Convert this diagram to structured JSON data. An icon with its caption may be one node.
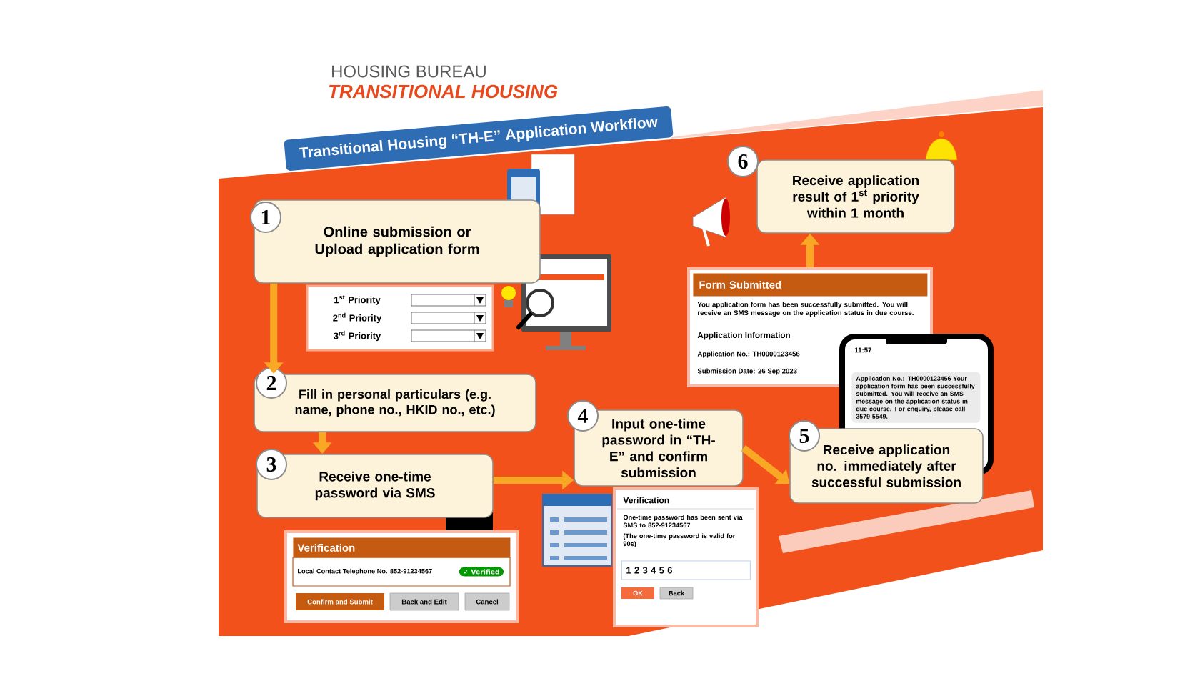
{
  "diagram": {
    "title": "Transitional Housing “TH-E” Application Workflow",
    "nodes": [
      {
        "text": [
          "1",
          "Online submission or Upload application form"
        ]
      },
      {
        "text": [
          "1$^{st}$ Priority",
          "2$^{nd}$ Priority",
          "3$^{rd}$ Priority"
        ]
      },
      {
        "text": [
          "6",
          "Receive application result of 1$^{st}$ priority within 1 month"
        ]
      },
      {
        "text": [
          "Form Submitted",
          "You application form has been successfully submitted. You will receive an SMS message on the application status in due course.",
          "Application Information",
          "Application No.: TH0000123456",
          "Submission Date: 26 Sep 2023"
        ]
      },
      {
        "text": [
          "11:57",
          "Application No.: TH0000123456 Your application form has been successfully submitted. You will receive an SMS message on the application status in due course. For enquiry, please call 3579 5549."
        ]
      },
      {
        "text": [
          "2",
          "Fill in personal particulars (e.g. name, phone no., HKID no., etc.)"
        ]
      },
      {
        "text": [
          "3",
          "Receive one-time password via SMS"
        ]
      },
      {
        "text": [
          "Verification",
          "Local Contact Telephone No. 852-91234567",
          "✓ Verified",
          "Confirm and Submit",
          "Back and Edit",
          "Cancel"
        ]
      },
      {
        "text": [
          "4",
          "Input one-time password in “TH-E” and confirm submission"
        ]
      },
      {
        "text": [
          "Verification",
          "One-time password has been sent via SMS to 852-91234567",
          "(The one-time password is valid for 90s)",
          "1 2 3 4 5 6",
          "OK",
          "Back"
        ]
      },
      {
        "text": [
          "5",
          "Receive application no. immediately after successful submission"
        ]
      }
    ],
    "edges": [
      {
        "from": 0,
        "to": 5,
        "arrow": "to"
      },
      {
        "from": 5,
        "to": 6,
        "arrow": "to"
      },
      {
        "from": 6,
        "to": 8,
        "arrow": "to"
      },
      {
        "from": 8,
        "to": 10,
        "arrow": "to"
      },
      {
        "from": 3,
        "to": 2,
        "arrow": "to"
      }
    ],
    "labels": [
      "HOUSING BUREAU",
      "TRANSITIONAL HOUSING"
    ]
  }
}
